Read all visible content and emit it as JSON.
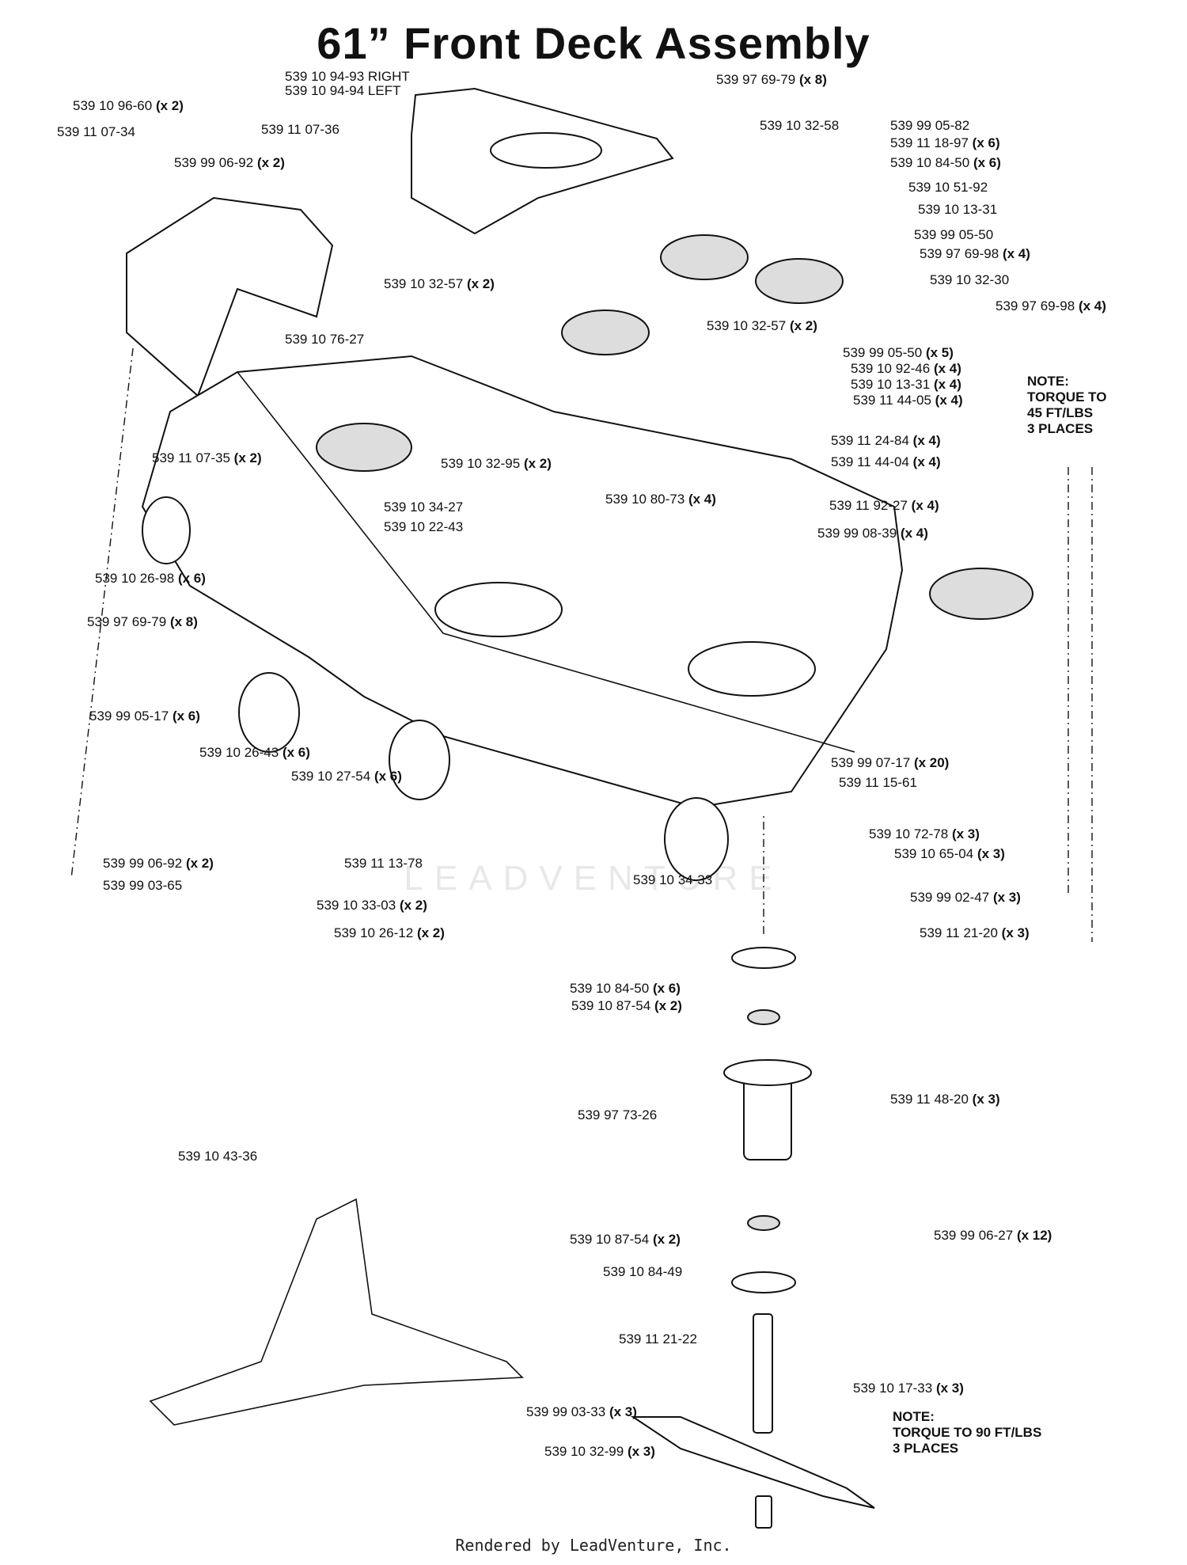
{
  "title": "61” Front Deck Assembly",
  "footer": "Rendered by LeadVenture, Inc.",
  "watermark": "LEADVENTURE",
  "notes": [
    {
      "id": "note-torque-45",
      "lines": [
        "NOTE:",
        "TORQUE TO",
        "45 FT/LBS",
        "3 PLACES"
      ]
    },
    {
      "id": "note-torque-90",
      "lines": [
        "NOTE:",
        "TORQUE TO 90 FT/LBS",
        "3 PLACES"
      ]
    }
  ],
  "labels": [
    {
      "part": "539 10 94-93 RIGHT",
      "qty": ""
    },
    {
      "part": "539 10 94-94 LEFT",
      "qty": ""
    },
    {
      "part": "539 10 96-60",
      "qty": "(x 2)"
    },
    {
      "part": "539 11 07-34",
      "qty": ""
    },
    {
      "part": "539 11 07-36",
      "qty": ""
    },
    {
      "part": "539 99 06-92",
      "qty": "(x 2)"
    },
    {
      "part": "539 97 69-79",
      "qty": "(x 8)"
    },
    {
      "part": "539 10 32-58",
      "qty": ""
    },
    {
      "part": "539 99 05-82",
      "qty": ""
    },
    {
      "part": "539 11 18-97",
      "qty": "(x 6)"
    },
    {
      "part": "539 10 84-50",
      "qty": "(x 6)"
    },
    {
      "part": "539 10 51-92",
      "qty": ""
    },
    {
      "part": "539 10 13-31",
      "qty": ""
    },
    {
      "part": "539 99 05-50",
      "qty": ""
    },
    {
      "part": "539 97 69-98",
      "qty": "(x 4)"
    },
    {
      "part": "539 10 32-30",
      "qty": ""
    },
    {
      "part": "539 10 32-57",
      "qty": "(x 2)"
    },
    {
      "part": "539 10 32-57",
      "qty": "(x 2)"
    },
    {
      "part": "539 97 69-98",
      "qty": "(x 4)"
    },
    {
      "part": "539 10 76-27",
      "qty": ""
    },
    {
      "part": "539 99 05-50",
      "qty": "(x 5)"
    },
    {
      "part": "539 10 92-46",
      "qty": "(x 4)"
    },
    {
      "part": "539 10 13-31",
      "qty": "(x 4)"
    },
    {
      "part": "539 11 44-05",
      "qty": "(x 4)"
    },
    {
      "part": "539 11 24-84",
      "qty": "(x 4)"
    },
    {
      "part": "539 11 44-04",
      "qty": "(x 4)"
    },
    {
      "part": "539 11 07-35",
      "qty": "(x 2)"
    },
    {
      "part": "539 10 32-95",
      "qty": "(x 2)"
    },
    {
      "part": "539 10 80-73",
      "qty": "(x 4)"
    },
    {
      "part": "539 11 92-27",
      "qty": "(x 4)"
    },
    {
      "part": "539 10 34-27",
      "qty": ""
    },
    {
      "part": "539 10 22-43",
      "qty": ""
    },
    {
      "part": "539 99 08-39",
      "qty": "(x 4)"
    },
    {
      "part": "539 10 26-98",
      "qty": "(x 6)"
    },
    {
      "part": "539 97 69-79",
      "qty": "(x 8)"
    },
    {
      "part": "539 99 05-17",
      "qty": "(x 6)"
    },
    {
      "part": "539 10 26-43",
      "qty": "(x 6)"
    },
    {
      "part": "539 10 27-54",
      "qty": "(x 6)"
    },
    {
      "part": "539 99 07-17",
      "qty": "(x 20)"
    },
    {
      "part": "539 11 15-61",
      "qty": ""
    },
    {
      "part": "539 10 72-78",
      "qty": "(x 3)"
    },
    {
      "part": "539 10 65-04",
      "qty": "(x 3)"
    },
    {
      "part": "539 99 06-92",
      "qty": "(x 2)"
    },
    {
      "part": "539 11 13-78",
      "qty": ""
    },
    {
      "part": "539 99 03-65",
      "qty": ""
    },
    {
      "part": "539 10 34-33",
      "qty": ""
    },
    {
      "part": "539 10 33-03",
      "qty": "(x 2)"
    },
    {
      "part": "539 99 02-47",
      "qty": "(x 3)"
    },
    {
      "part": "539 10 26-12",
      "qty": "(x 2)"
    },
    {
      "part": "539 11 21-20",
      "qty": "(x 3)"
    },
    {
      "part": "539 10 84-50",
      "qty": "(x 6)"
    },
    {
      "part": "539 10 87-54",
      "qty": "(x 2)"
    },
    {
      "part": "539 11 48-20",
      "qty": "(x 3)"
    },
    {
      "part": "539 97 73-26",
      "qty": ""
    },
    {
      "part": "539 10 43-36",
      "qty": ""
    },
    {
      "part": "539 99 06-27",
      "qty": "(x 12)"
    },
    {
      "part": "539 10 87-54",
      "qty": "(x 2)"
    },
    {
      "part": "539 10 84-49",
      "qty": ""
    },
    {
      "part": "539 11 21-22",
      "qty": ""
    },
    {
      "part": "539 10 17-33",
      "qty": "(x 3)"
    },
    {
      "part": "539 99 03-33",
      "qty": "(x 3)"
    },
    {
      "part": "539 10 32-99",
      "qty": "(x 3)"
    }
  ]
}
